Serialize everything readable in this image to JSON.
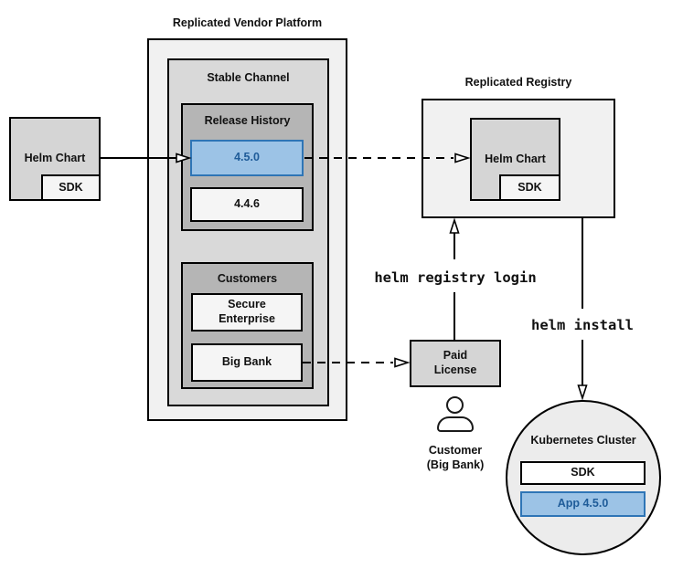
{
  "platform": {
    "title": "Replicated Vendor Platform",
    "stable_channel_label": "Stable Channel",
    "release_history_label": "Release History",
    "release_new": "4.5.0",
    "release_old": "4.4.6",
    "customers_label": "Customers",
    "customer_enterprise": "Secure\nEnterprise",
    "customer_bank": "Big Bank"
  },
  "source_chart": {
    "label": "Helm Chart",
    "sdk_label": "SDK"
  },
  "registry": {
    "title": "Replicated Registry",
    "chart_label": "Helm Chart",
    "sdk_label": "SDK"
  },
  "license": {
    "label": "Paid\nLicense"
  },
  "commands": {
    "registry_login": "helm registry login",
    "install": "helm install"
  },
  "actor": {
    "label": "Customer\n(Big Bank)"
  },
  "cluster": {
    "title": "Kubernetes Cluster",
    "sdk_label": "SDK",
    "app_label": "App 4.5.0"
  },
  "colors": {
    "highlight_fill": "#9cc3e6",
    "highlight_border": "#2e75b6",
    "highlight_text": "#1f5c99",
    "box_gray": "#d5d5d5",
    "panel_light": "#f1f1f1",
    "panel_mid": "#d9d9d9",
    "panel_dark": "#b5b5b5",
    "line": "#000000"
  }
}
